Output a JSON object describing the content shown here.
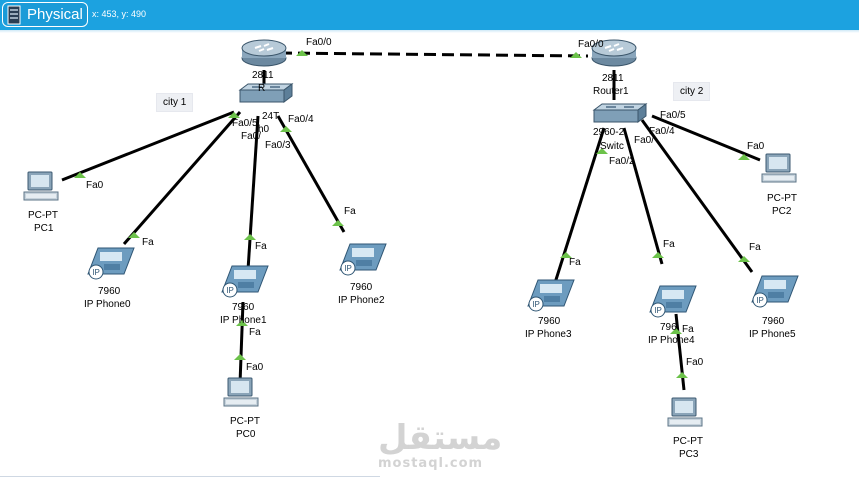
{
  "toolbar": {
    "mode_label": "Physical",
    "coords": "x: 453, y: 490"
  },
  "areas": {
    "city1": "city 1",
    "city2": "city 2"
  },
  "routers": {
    "r0": {
      "model": "2811",
      "name": "R"
    },
    "r1": {
      "model": "2811",
      "name": "Router1"
    }
  },
  "switches": {
    "s0": {
      "model": "24T",
      "name": "h0"
    },
    "s1": {
      "model": "2960-2",
      "name": "Switc"
    }
  },
  "devices": {
    "pc0": {
      "model": "PC-PT",
      "name": "PC0"
    },
    "pc1": {
      "model": "PC-PT",
      "name": "PC1"
    },
    "pc2": {
      "model": "PC-PT",
      "name": "PC2"
    },
    "pc3": {
      "model": "PC-PT",
      "name": "PC3"
    },
    "ph0": {
      "model": "7960",
      "name": "IP Phone0"
    },
    "ph1": {
      "model": "7960",
      "name": "IP Phone1"
    },
    "ph2": {
      "model": "7960",
      "name": "IP Phone2"
    },
    "ph3": {
      "model": "7960",
      "name": "IP Phone3"
    },
    "ph4": {
      "model": "796",
      "name": "IP Phone4"
    },
    "ph5": {
      "model": "7960",
      "name": "IP Phone5"
    },
    "phone_badge": "IP"
  },
  "ports": {
    "fa00": "Fa0/0",
    "fa05": "Fa0/5",
    "fa04": "Fa0/4",
    "fa03": "Fa0/3",
    "fa02": "Fa0/2",
    "fa0": "Fa0",
    "fa": "Fa",
    "fa0trunc": "Fa0/",
    "fa0_3trunc": "Fa0/3"
  },
  "watermark": {
    "arabic": "مستقل",
    "latin": "mostaql.com"
  },
  "colors": {
    "topbar": "#1ca2e0",
    "link": "#000000",
    "port_up": "#6cc24a",
    "device": "#4a7fa0"
  }
}
